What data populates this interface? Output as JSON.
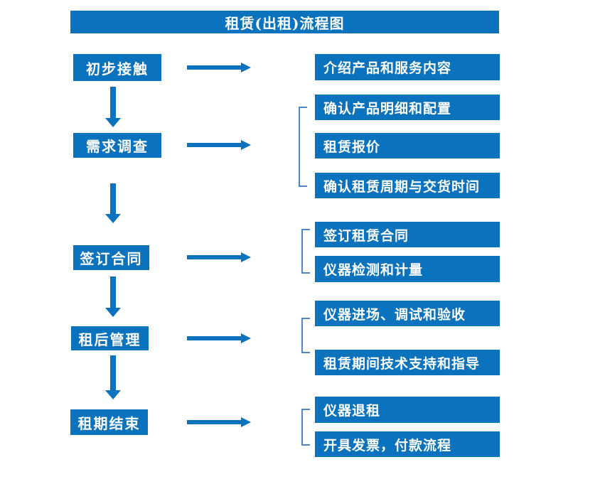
{
  "title": "租赁(出租)流程图",
  "colors": {
    "primary": "#0b72be",
    "bracket": "#4c86c8",
    "box_text": "#ffffff",
    "background": "#ffffff"
  },
  "stages": [
    {
      "label": "初步接触",
      "outputs": [
        "介绍产品和服务内容"
      ]
    },
    {
      "label": "需求调查",
      "outputs": [
        "确认产品明细和配置",
        "租赁报价",
        "确认租赁周期与交货时间"
      ]
    },
    {
      "label": "签订合同",
      "outputs": [
        "签订租赁合同",
        "仪器检测和计量"
      ]
    },
    {
      "label": "租后管理",
      "outputs": [
        "仪器进场、调试和验收",
        "租赁期间技术支持和指导"
      ]
    },
    {
      "label": "租期结束",
      "outputs": [
        "仪器退租",
        "开具发票，付款流程"
      ]
    }
  ]
}
